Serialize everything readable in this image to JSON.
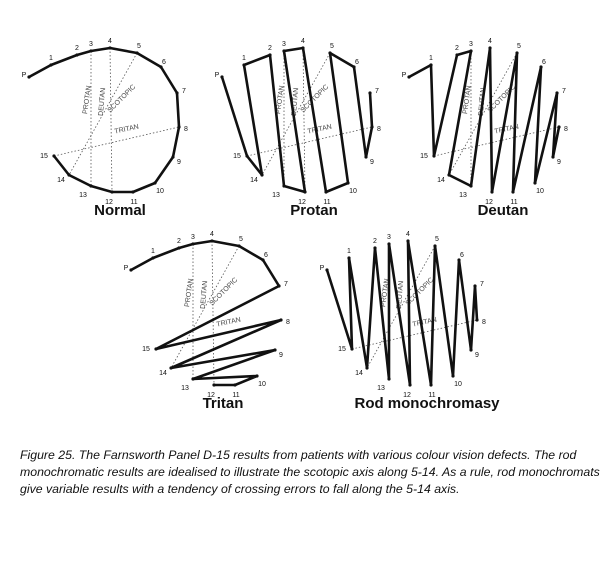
{
  "point_labels": [
    "P",
    "1",
    "2",
    "3",
    "4",
    "5",
    "6",
    "7",
    "8",
    "9",
    "10",
    "11",
    "12",
    "13",
    "14",
    "15"
  ],
  "axis_labels": {
    "protan": "PROTAN",
    "deutan": "DEUTAN",
    "scotopic": "SCOTOPIC",
    "tritan": "TRITAN"
  },
  "panels": [
    {
      "title": "Normal",
      "sequence": [
        "P",
        "1",
        "2",
        "3",
        "4",
        "5",
        "6",
        "7",
        "8",
        "9",
        "10",
        "11",
        "12",
        "13",
        "14",
        "15"
      ]
    },
    {
      "title": "Protan",
      "sequence": [
        "P",
        "15",
        "14",
        "1",
        "2",
        "13",
        "12",
        "3",
        "4",
        "11",
        "10",
        "5",
        "6",
        "9",
        "8",
        "7"
      ]
    },
    {
      "title": "Deutan",
      "sequence": [
        "P",
        "1",
        "15",
        "2",
        "3",
        "14",
        "13",
        "4",
        "12",
        "5",
        "11",
        "6",
        "10",
        "7",
        "9",
        "8"
      ]
    },
    {
      "title": "Tritan",
      "sequence": [
        "P",
        "1",
        "2",
        "3",
        "4",
        "5",
        "6",
        "7",
        "15",
        "8",
        "14",
        "9",
        "13",
        "10",
        "11",
        "12"
      ]
    },
    {
      "title": "Rod monochromasy",
      "sequence": [
        "P",
        "15",
        "1",
        "14",
        "2",
        "13",
        "3",
        "12",
        "4",
        "11",
        "5",
        "10",
        "6",
        "9",
        "7",
        "8"
      ]
    }
  ],
  "caption": "Figure 25. The Farnsworth Panel D-15 results from patients with various colour vision defects. The rod monochromatic results are idealised to illustrate the scotopic axis along 5-14. As a rule, rod monochromats give variable results with a tendency of crossing errors to fall along the 5-14 axis."
}
